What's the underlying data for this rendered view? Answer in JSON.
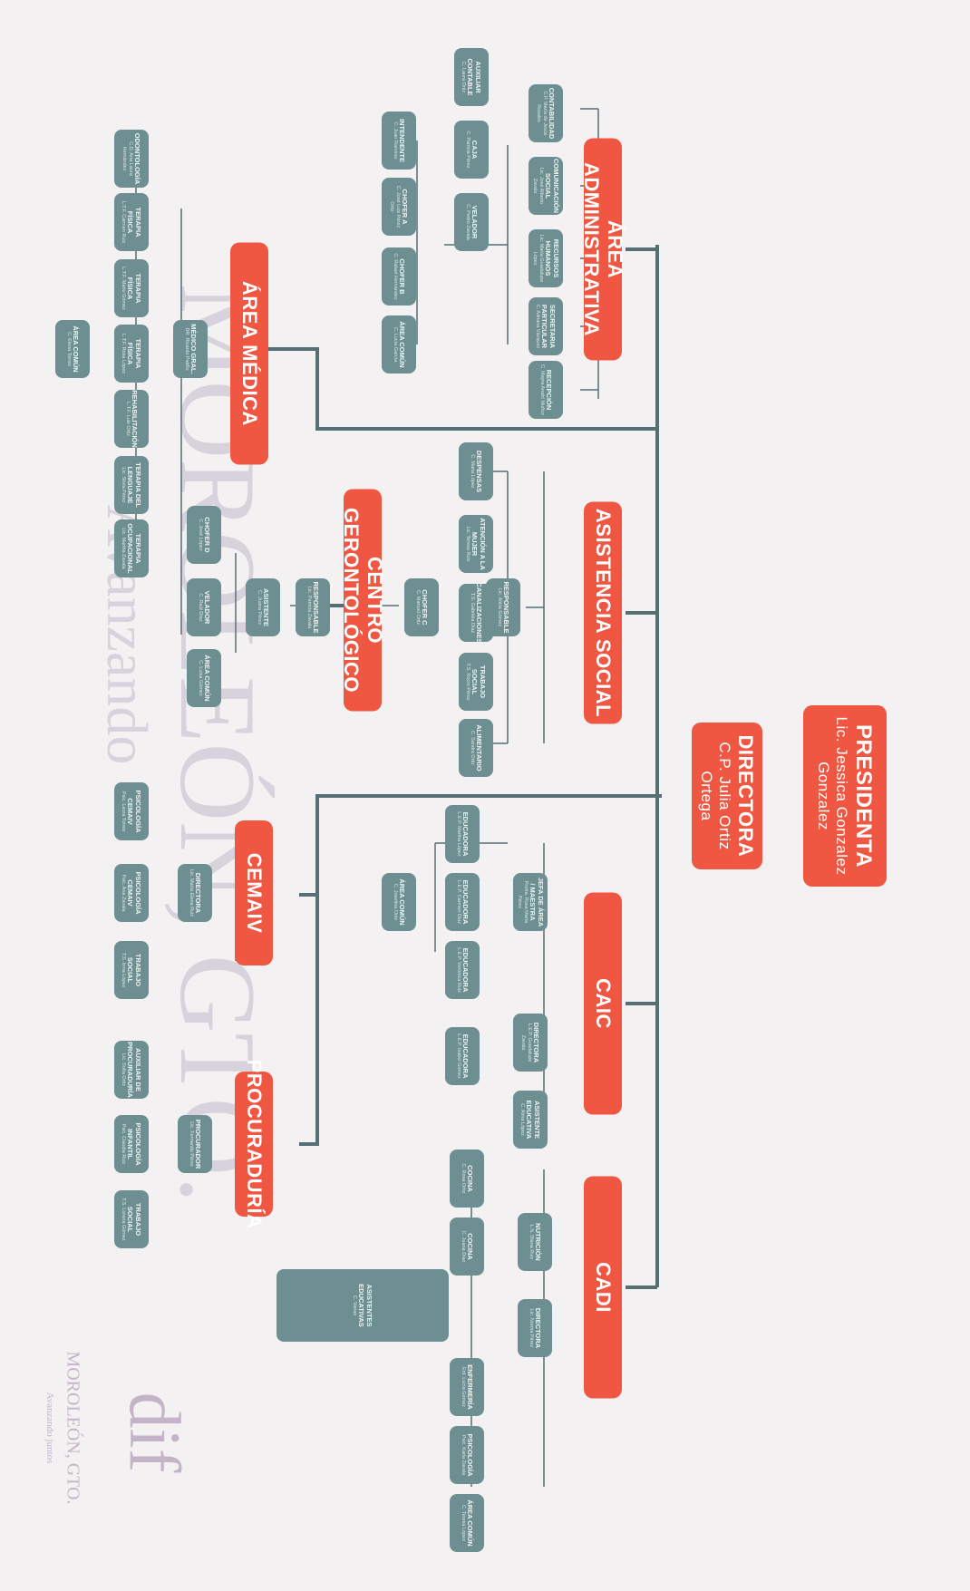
{
  "watermark": {
    "city": "MOROLEÓN, GTO.",
    "slogan": "Avanzando"
  },
  "logo": {
    "mark": "dif",
    "city": "MOROLEÓN, GTO.",
    "slogan": "Avanzando juntos"
  },
  "top": {
    "presidenta": {
      "title": "PRESIDENTA",
      "name": "Lic. Jessica Gonzalez Gonzalez"
    },
    "directora": {
      "title": "DIRECTORA",
      "name": "C.P. Julia Ortiz Ortega"
    }
  },
  "areas": {
    "administrativa": {
      "title": "ÁREA ADMINISTRATIVA",
      "nodes": [
        {
          "t": "RECEPCIÓN",
          "s": "C. Mayra Anahí Muñoz"
        },
        {
          "t": "SECRETARIA PARTICULAR",
          "s": "C. Adriana Vázquez"
        },
        {
          "t": "RECURSOS HUMANOS",
          "s": "Lic. María Guadalupe López"
        },
        {
          "t": "COMUNICACIÓN SOCIAL",
          "s": "Lic. José Alberto Zavala"
        },
        {
          "t": "CONTABILIDAD",
          "s": "C.P. María de Jesús Rosales"
        },
        {
          "t": "AUXILIAR CONTABLE",
          "s": "C. Laura Ortiz"
        },
        {
          "t": "CAJA",
          "s": "C. Patricia Pérez"
        },
        {
          "t": "INTENDENTE",
          "s": "C. Juan Ramírez"
        },
        {
          "t": "CHOFER A",
          "s": "C. José Luis Pérez Ortiz"
        },
        {
          "t": "CHOFER B",
          "s": "C. Rafael Hernández"
        },
        {
          "t": "ÁREA COMÚN",
          "s": "C. Lucía García"
        },
        {
          "t": "VELADOR",
          "s": "C. Pedro Zavala"
        }
      ]
    },
    "medica": {
      "title": "ÁREA MÉDICA",
      "head": {
        "t": "MÉDICO GRAL.",
        "s": "DR. Ricardo Patiño"
      },
      "nodes": [
        {
          "t": "ODONTOLOGÍA",
          "s": "C.D. Ana Laura Hernández"
        },
        {
          "t": "TERAPIA FÍSICA",
          "s": "L.T.F. Carmen Ruiz"
        },
        {
          "t": "TERAPIA FÍSICA",
          "s": "L.T.F. Mario Gómez"
        },
        {
          "t": "TERAPIA FÍSICA",
          "s": "L.T.F. Rosa López"
        },
        {
          "t": "REHABILITACIÓN",
          "s": "L.T.F. Luis Ortiz"
        },
        {
          "t": "TERAPIA DEL LENGUAJE",
          "s": "Lic. Silvia Pérez"
        },
        {
          "t": "TERAPIA OCUPACIONAL",
          "s": "Lic. Martha Zavala"
        },
        {
          "t": "ÁREA COMÚN",
          "s": "C. Elena Torres"
        }
      ]
    },
    "asistencia": {
      "title": "ASISTENCIA SOCIAL",
      "head": {
        "t": "RESPONSABLE",
        "s": "Lic. Alicia Gómez"
      },
      "nodes": [
        {
          "t": "DESPENSAS",
          "s": "C. Maria López"
        },
        {
          "t": "ATENCIÓN A LA MUJER",
          "s": "Lic. Teresa Ruiz"
        },
        {
          "t": "CANALIZACIONES",
          "s": "T.S. Gabriela Díaz"
        },
        {
          "t": "TRABAJO SOCIAL",
          "s": "T.S. Rocío Pérez"
        },
        {
          "t": "ALIMENTARIO",
          "s": "C. Sandra Ortiz"
        }
      ]
    },
    "gerontologico": {
      "title": "CENTRO GERONTOLÓGICO",
      "head": {
        "t": "RESPONSABLE",
        "s": "Lic. Patricia Zavala"
      },
      "chofer": {
        "t": "CHOFER C",
        "s": "C. Manuel Ortiz"
      },
      "asistente": {
        "t": "ASISTENTE",
        "s": "C. Juana Pérez"
      },
      "nodes": [
        {
          "t": "CHOFER D",
          "s": "C. José López"
        },
        {
          "t": "VELADOR",
          "s": "C. Raúl Díaz"
        },
        {
          "t": "ÁREA COMÚN",
          "s": "C. Luisa Gómez"
        }
      ]
    },
    "cemaiv": {
      "title": "CEMAIV",
      "head": {
        "t": "DIRECTORA",
        "s": "Lic. María Elena Ruiz"
      },
      "nodes": [
        {
          "t": "PSICOLOGÍA CEMAIV",
          "s": "Psic. Laura Torres"
        },
        {
          "t": "PSICOLOGÍA CEMAIV",
          "s": "Psic. Ana Zavala"
        },
        {
          "t": "TRABAJO SOCIAL",
          "s": "T.S. Irma López"
        }
      ]
    },
    "procuraduria": {
      "title": "PROCURADURÍA",
      "head": {
        "t": "PROCURADOR",
        "s": "Lic. Fernando Pérez"
      },
      "nodes": [
        {
          "t": "AUXILIAR DE PROCURADURÍA",
          "s": "Lic. Sofía Ortiz"
        },
        {
          "t": "PSICOLOGÍA INFANTIL",
          "s": "Psic. Claudia Ruiz"
        },
        {
          "t": "TRABAJO SOCIAL",
          "s": "T.S. Lorena Gómez"
        }
      ]
    },
    "caic": {
      "title": "CAIC",
      "head": {
        "t": "JEFA DE ÁREA / MAESTRA",
        "s": "Profra. Rosa María Pérez"
      },
      "nodes": [
        {
          "t": "EDUCADORA",
          "s": "L.E.P. Martha López"
        },
        {
          "t": "EDUCADORA",
          "s": "L.E.P. Carmen Díaz"
        },
        {
          "t": "EDUCADORA",
          "s": "L.E.P. Verónica Ruiz"
        },
        {
          "t": "ÁREA COMÚN",
          "s": "C. Josefina Ortiz"
        },
        {
          "t": "DIRECTORA",
          "s": "L.E.P. Guadalupe Zavala"
        },
        {
          "t": "EDUCADORA",
          "s": "L.E.P. Isabel Gómez"
        },
        {
          "t": "ASISTENTE EDUCATIVA",
          "s": "C. Alma López"
        }
      ]
    },
    "cadi": {
      "title": "CADI",
      "head": {
        "t": "DIRECTORA",
        "s": "Lic. Norma Pérez"
      },
      "nodes": [
        {
          "t": "NUTRICIÓN",
          "s": "L.N. Diana Ruiz"
        },
        {
          "t": "COCINA",
          "s": "C. Rosa Ortiz"
        },
        {
          "t": "COCINA",
          "s": "C. Juana Díaz"
        },
        {
          "t": "ASISTENTES EDUCATIVAS",
          "s": "C. Varias"
        },
        {
          "t": "ENFERMERÍA",
          "s": "Enf. Lucía Gómez"
        },
        {
          "t": "PSICOLOGÍA",
          "s": "Psic. Karla Zavala"
        },
        {
          "t": "ÁREA COMÚN",
          "s": "C. Teresa López"
        }
      ]
    }
  },
  "colors": {
    "red": "#f05742",
    "node": "#6e8f91",
    "line": "#566f72",
    "background": "#f3f1f1"
  }
}
